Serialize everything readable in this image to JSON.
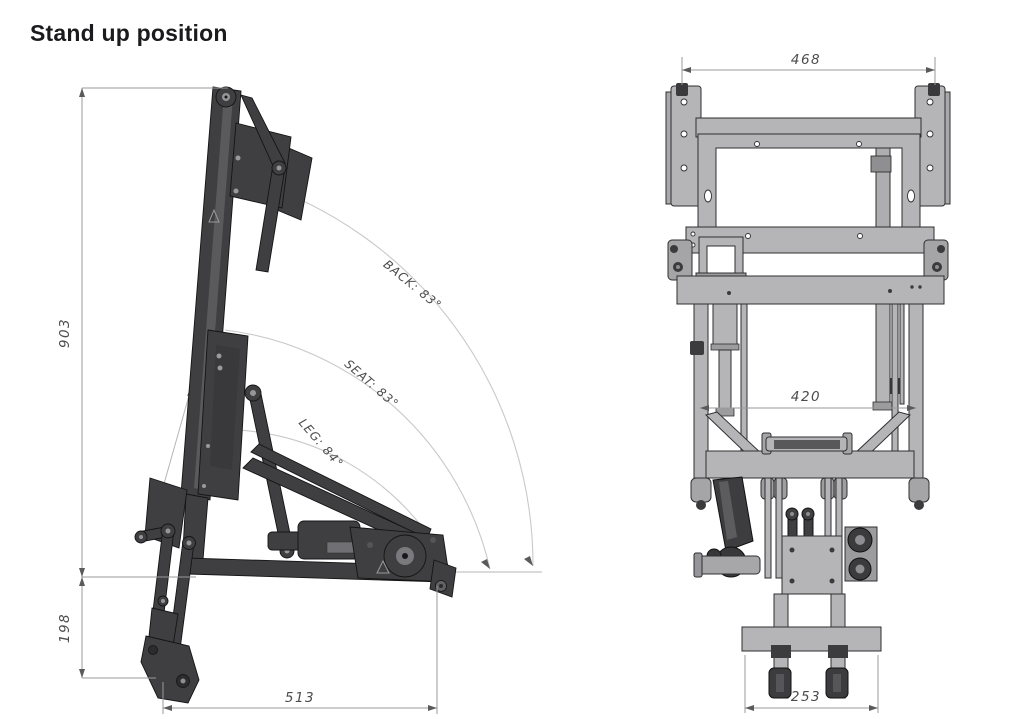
{
  "page": {
    "title": "Stand up position"
  },
  "side_view": {
    "dims": {
      "overall_height": "903",
      "lower_height": "198",
      "depth": "513"
    },
    "angles": {
      "back": "BACK: 83°",
      "seat": "SEAT: 83°",
      "leg": "LEG: 84°"
    }
  },
  "front_view": {
    "dims": {
      "top_width": "468",
      "inner_width": "420",
      "base_width": "253"
    }
  },
  "colors": {
    "dark_part": "#3f3f41",
    "light_part": "#b5b5b7",
    "dimension_line": "#9a9a9a",
    "dimension_text": "#4c4c4e",
    "arc_line": "#c9c9c9",
    "background": "#ffffff"
  }
}
